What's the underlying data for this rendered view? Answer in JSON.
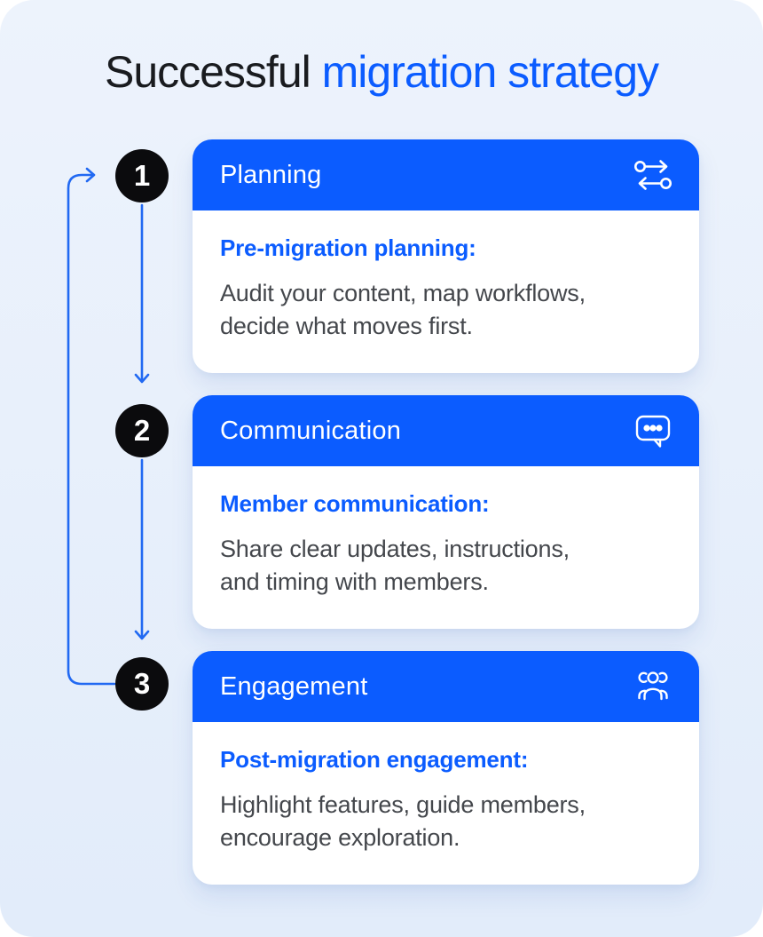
{
  "title": {
    "prefix": "Successful ",
    "highlight": "migration strategy"
  },
  "colors": {
    "accent": "#0b5cff",
    "arrow": "#2169f2",
    "canvas-top": "#edf3fc",
    "canvas-bottom": "#e2ecfa",
    "title-dark": "#191b1f",
    "body-gray": "#44474c",
    "circle-black": "#0b0b0d",
    "card-white": "#ffffff"
  },
  "steps": [
    {
      "number": "1",
      "label": "Planning",
      "icon": "transfer-arrows-icon",
      "subtitle": "Pre-migration planning:",
      "description": "Audit your content, map workflows,\ndecide what moves first."
    },
    {
      "number": "2",
      "label": "Communication",
      "icon": "chat-bubble-icon",
      "subtitle": "Member communication:",
      "description": "Share clear updates, instructions,\nand timing with members."
    },
    {
      "number": "3",
      "label": "Engagement",
      "icon": "users-group-icon",
      "subtitle": "Post-migration engagement:",
      "description": "Highlight features, guide members,\nencourage exploration."
    }
  ]
}
